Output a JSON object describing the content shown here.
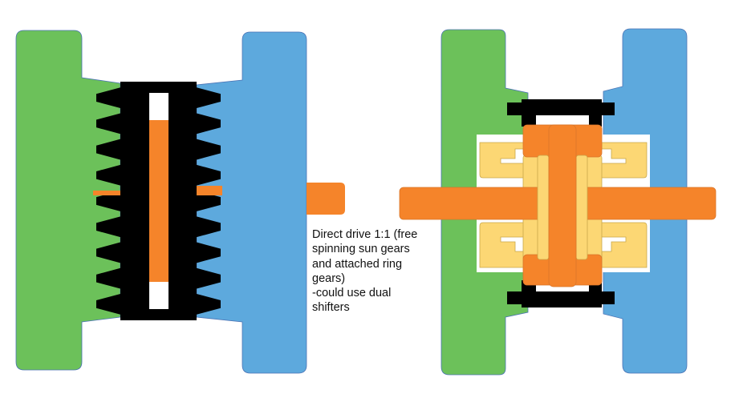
{
  "caption": {
    "lines": [
      "Direct drive 1:1 (free",
      "spinning sun gears",
      "and attached ring",
      "gears)",
      "-could use dual",
      "shifters"
    ]
  },
  "colors": {
    "green": "#6cc15a",
    "blue": "#5da9dd",
    "black": "#000000",
    "orange": "#f5842a",
    "yellow": "#fcd774",
    "white": "#ffffff",
    "outline": "#4b73b5"
  }
}
